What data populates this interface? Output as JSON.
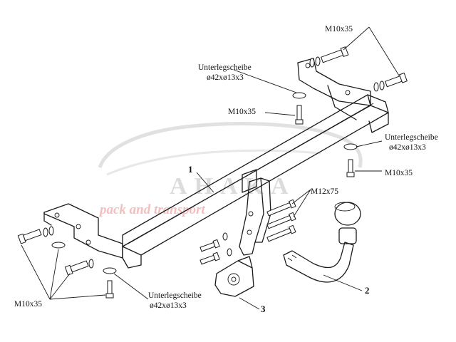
{
  "labels": {
    "m10_top": "M10x35",
    "washer_top_1": "Unterlegscheibe",
    "washer_top_2": "ø42xø13x3",
    "m10_mid": "M10x35",
    "washer_right_1": "Unterlegscheibe",
    "washer_right_2": "ø42xø13x3",
    "m10_right": "M10x35",
    "m12": "M12x75",
    "m10_left": "M10x35",
    "washer_bottom_1": "Unterlegscheibe",
    "washer_bottom_2": "ø42xø13x3",
    "part_1": "1",
    "part_2": "2",
    "part_3": "3"
  },
  "watermark": {
    "brand": "AHAKA",
    "tagline": "pack and transport",
    "brand_color": "#d9d9d9",
    "tagline_color": "#f2b8b8"
  }
}
